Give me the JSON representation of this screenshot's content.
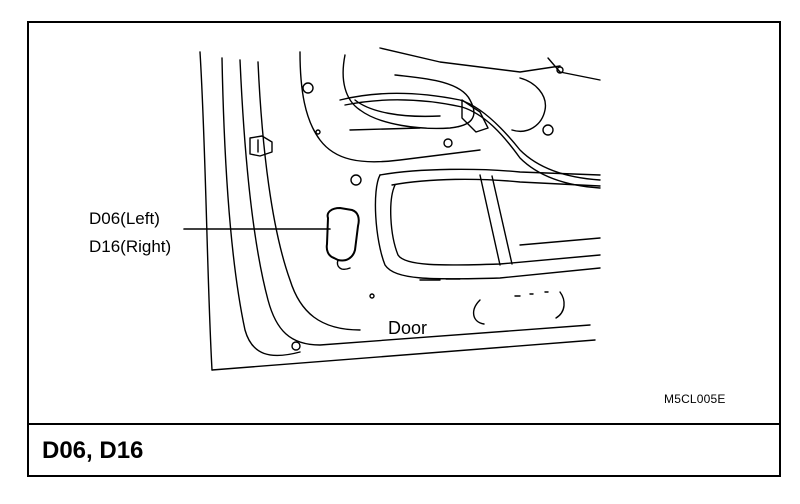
{
  "labels": {
    "connector_left": "D06(Left)",
    "connector_right": "D16(Right)",
    "door": "Door"
  },
  "figure_code": "M5CL005E",
  "section_title": "D06, D16",
  "colors": {
    "ink": "#000000",
    "paper": "#ffffff"
  }
}
